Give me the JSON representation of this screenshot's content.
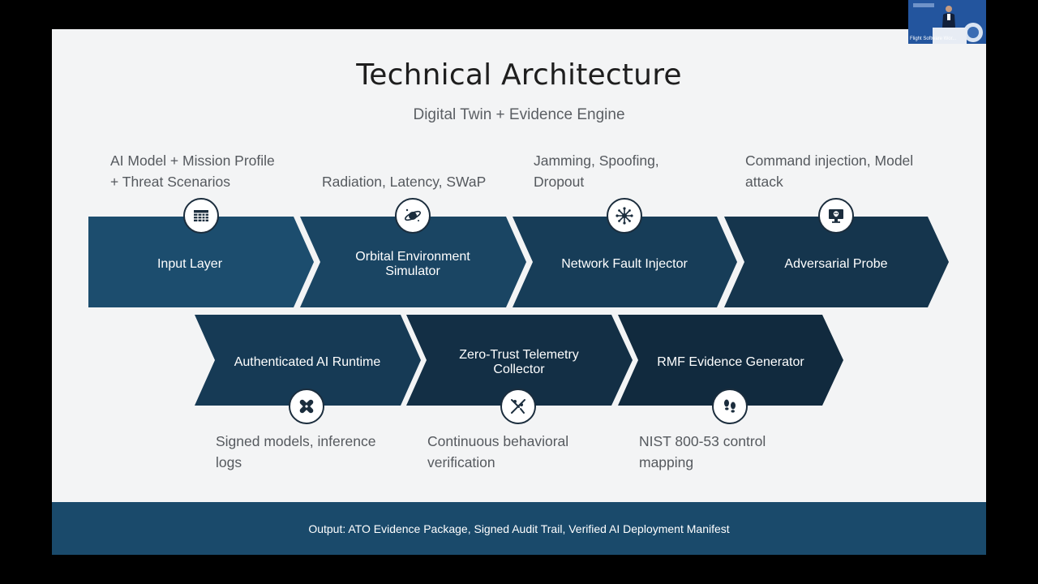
{
  "slide": {
    "title": "Technical Architecture",
    "subtitle": "Digital Twin + Evidence Engine",
    "top_row": [
      {
        "label": "Input Layer",
        "caption_lines": [
          "AI Model + Mission Profile",
          "+ Threat Scenarios"
        ],
        "icon": "table-icon",
        "color": "#1c4d6e"
      },
      {
        "label_lines": [
          "Orbital Environment",
          "Simulator"
        ],
        "caption_lines": [
          "Radiation, Latency, SWaP"
        ],
        "icon": "orbit-icon",
        "color": "#1a4563"
      },
      {
        "label": "Network Fault Injector",
        "caption_lines": [
          "Jamming, Spoofing,",
          "Dropout"
        ],
        "icon": "network-icon",
        "color": "#173d58"
      },
      {
        "label": "Adversarial Probe",
        "caption_lines": [
          "Command injection, Model",
          "attack"
        ],
        "icon": "monitor-skull-icon",
        "color": "#15354d"
      }
    ],
    "bottom_row": [
      {
        "label": "Authenticated AI Runtime",
        "caption_lines": [
          "Signed models, inference",
          "logs"
        ],
        "icon": "bandage-icon",
        "color": "#163a55"
      },
      {
        "label_lines": [
          "Zero-Trust Telemetry",
          "Collector"
        ],
        "caption_lines": [
          "Continuous behavioral",
          "verification"
        ],
        "icon": "fencing-icon",
        "color": "#132f45"
      },
      {
        "label": "RMF Evidence Generator",
        "caption_lines": [
          "NIST 800-53 control",
          "mapping"
        ],
        "icon": "footprints-icon",
        "color": "#112a3e"
      }
    ],
    "footer": "Output: ATO Evidence Package, Signed Audit Trail, Verified AI Deployment Manifest"
  },
  "video_thumbnail": {
    "caption": "Flight Software Wor..."
  },
  "colors": {
    "footer": "#1a4a6b",
    "background": "#f3f4f5",
    "page": "#000000"
  }
}
